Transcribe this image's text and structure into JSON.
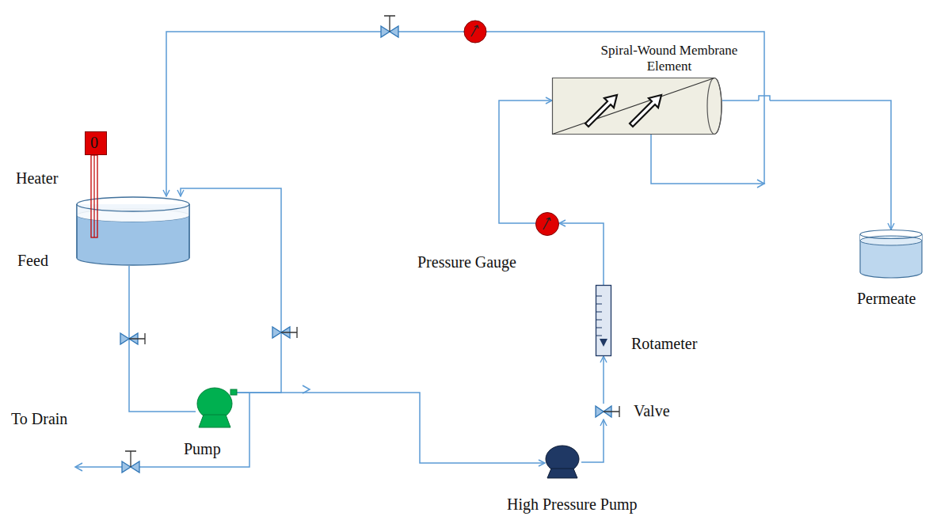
{
  "diagram": {
    "nodes": [
      {
        "text": [
          "Feed"
        ]
      },
      {
        "text": [
          "Heater"
        ]
      },
      {
        "text": [
          "Pump"
        ]
      },
      {
        "text": [
          "High Pressure Pump"
        ]
      },
      {
        "text": [
          "Valve"
        ]
      },
      {
        "text": [
          "Rotameter"
        ]
      },
      {
        "text": [
          "Pressure Gauge"
        ]
      },
      {
        "text": [
          "Spiral-Wound Membrane Element"
        ]
      },
      {
        "text": [
          "Permeate"
        ]
      }
    ],
    "edges": [
      {
        "from": 0,
        "to": 2,
        "arrow": "none"
      },
      {
        "from": 2,
        "to": 3,
        "arrow": "to"
      },
      {
        "from": 2,
        "to": 0,
        "arrow": "to"
      },
      {
        "from": 3,
        "to": 4,
        "arrow": "to"
      },
      {
        "from": 4,
        "to": 5,
        "arrow": "to"
      },
      {
        "from": 5,
        "to": 6,
        "arrow": "to"
      },
      {
        "from": 6,
        "to": 7,
        "arrow": "to"
      },
      {
        "from": 7,
        "to": 8,
        "arrow": "to"
      },
      {
        "from": 7,
        "to": 0,
        "arrow": "to"
      }
    ],
    "labels": [
      "0",
      "To Drain"
    ]
  }
}
